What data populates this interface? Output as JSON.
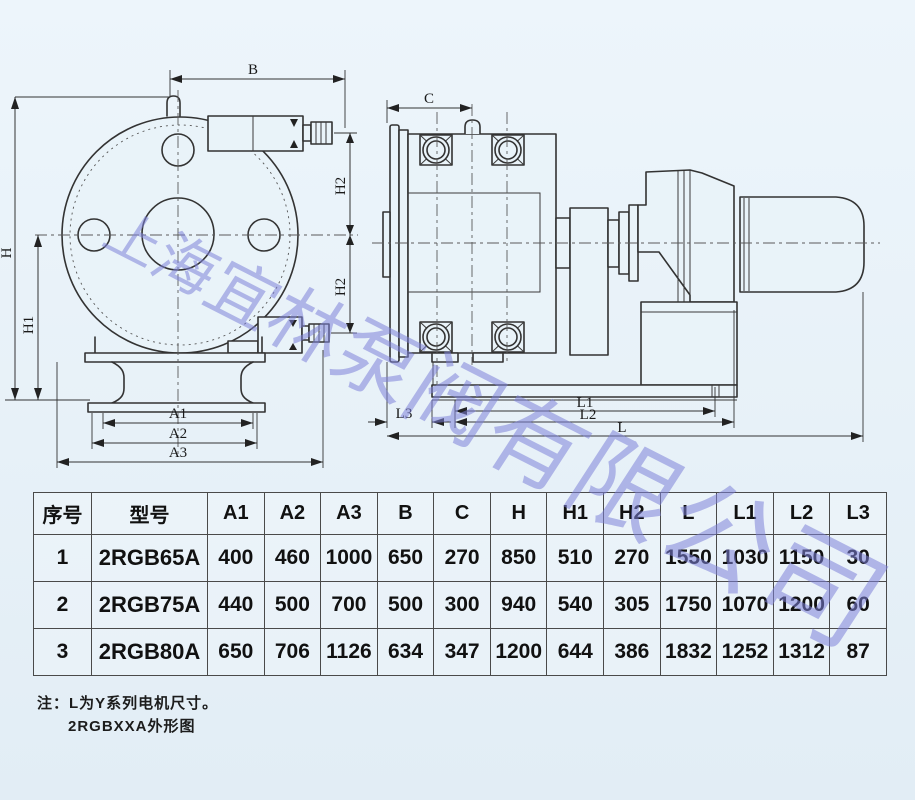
{
  "watermark": {
    "text": "上海宜林泵阀有限公司"
  },
  "drawing": {
    "front_view": {
      "dims": {
        "b": "B",
        "h": "H",
        "h1": "H1",
        "h2_upper": "H2",
        "h2_lower": "H2",
        "a1": "A1",
        "a2": "A2",
        "a3": "A3"
      }
    },
    "side_view": {
      "dims": {
        "c": "C",
        "l1": "L1",
        "l2": "L2",
        "l3": "L3",
        "l": "L"
      }
    }
  },
  "table": {
    "headers": [
      "序号",
      "型号",
      "A1",
      "A2",
      "A3",
      "B",
      "C",
      "H",
      "H1",
      "H2",
      "L",
      "L1",
      "L2",
      "L3"
    ],
    "rows": [
      [
        "1",
        "2RGB65A",
        "400",
        "460",
        "1000",
        "650",
        "270",
        "850",
        "510",
        "270",
        "1550",
        "1030",
        "1150",
        "30"
      ],
      [
        "2",
        "2RGB75A",
        "440",
        "500",
        "700",
        "500",
        "300",
        "940",
        "540",
        "305",
        "1750",
        "1070",
        "1200",
        "60"
      ],
      [
        "3",
        "2RGB80A",
        "650",
        "706",
        "1126",
        "634",
        "347",
        "1200",
        "644",
        "386",
        "1832",
        "1252",
        "1312",
        "87"
      ]
    ]
  },
  "notes": {
    "line1": "注：L为Y系列电机尺寸。",
    "line2": "2RGBXXA外形图"
  }
}
